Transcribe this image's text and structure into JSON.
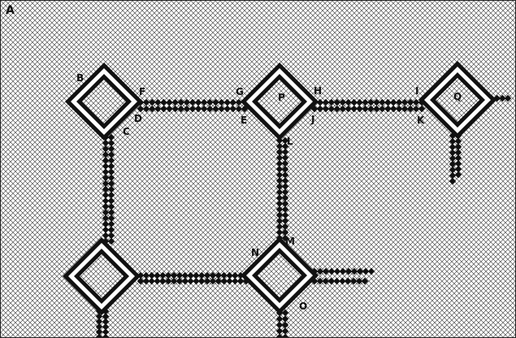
{
  "figure": {
    "panel_label": "A",
    "background_pattern": "crosshatch",
    "node_color": "#111111",
    "line_color": "#111111",
    "background_color": "#ffffff"
  },
  "labels": {
    "B": "B",
    "C": "C",
    "D": "D",
    "F": "F",
    "G": "G",
    "E": "E",
    "P": "P",
    "H": "H",
    "J": "J",
    "L": "L",
    "I": "I",
    "K": "K",
    "Q": "Q",
    "M": "M",
    "N": "N",
    "O": "O"
  }
}
